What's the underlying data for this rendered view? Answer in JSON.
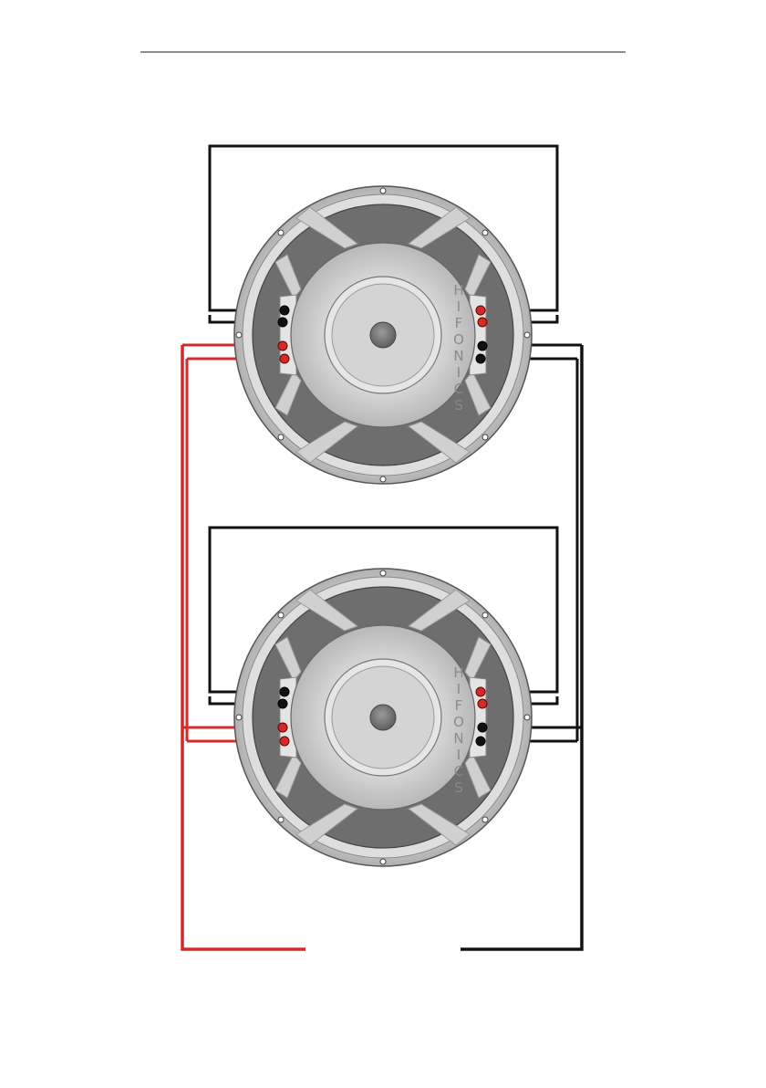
{
  "diagram": {
    "speakers": [
      {
        "id": "upper",
        "brand": "HIFONICS"
      },
      {
        "id": "lower",
        "brand": "HIFONICS"
      }
    ],
    "colors": {
      "positive": "#d42a2a",
      "negative": "#111111",
      "frame": "#c4c4c4",
      "frame_inner": "#d9d9d9",
      "basket": "#6b6b6b",
      "cone": "#d7d7d7",
      "dustcap": "#7a7a7a"
    }
  }
}
